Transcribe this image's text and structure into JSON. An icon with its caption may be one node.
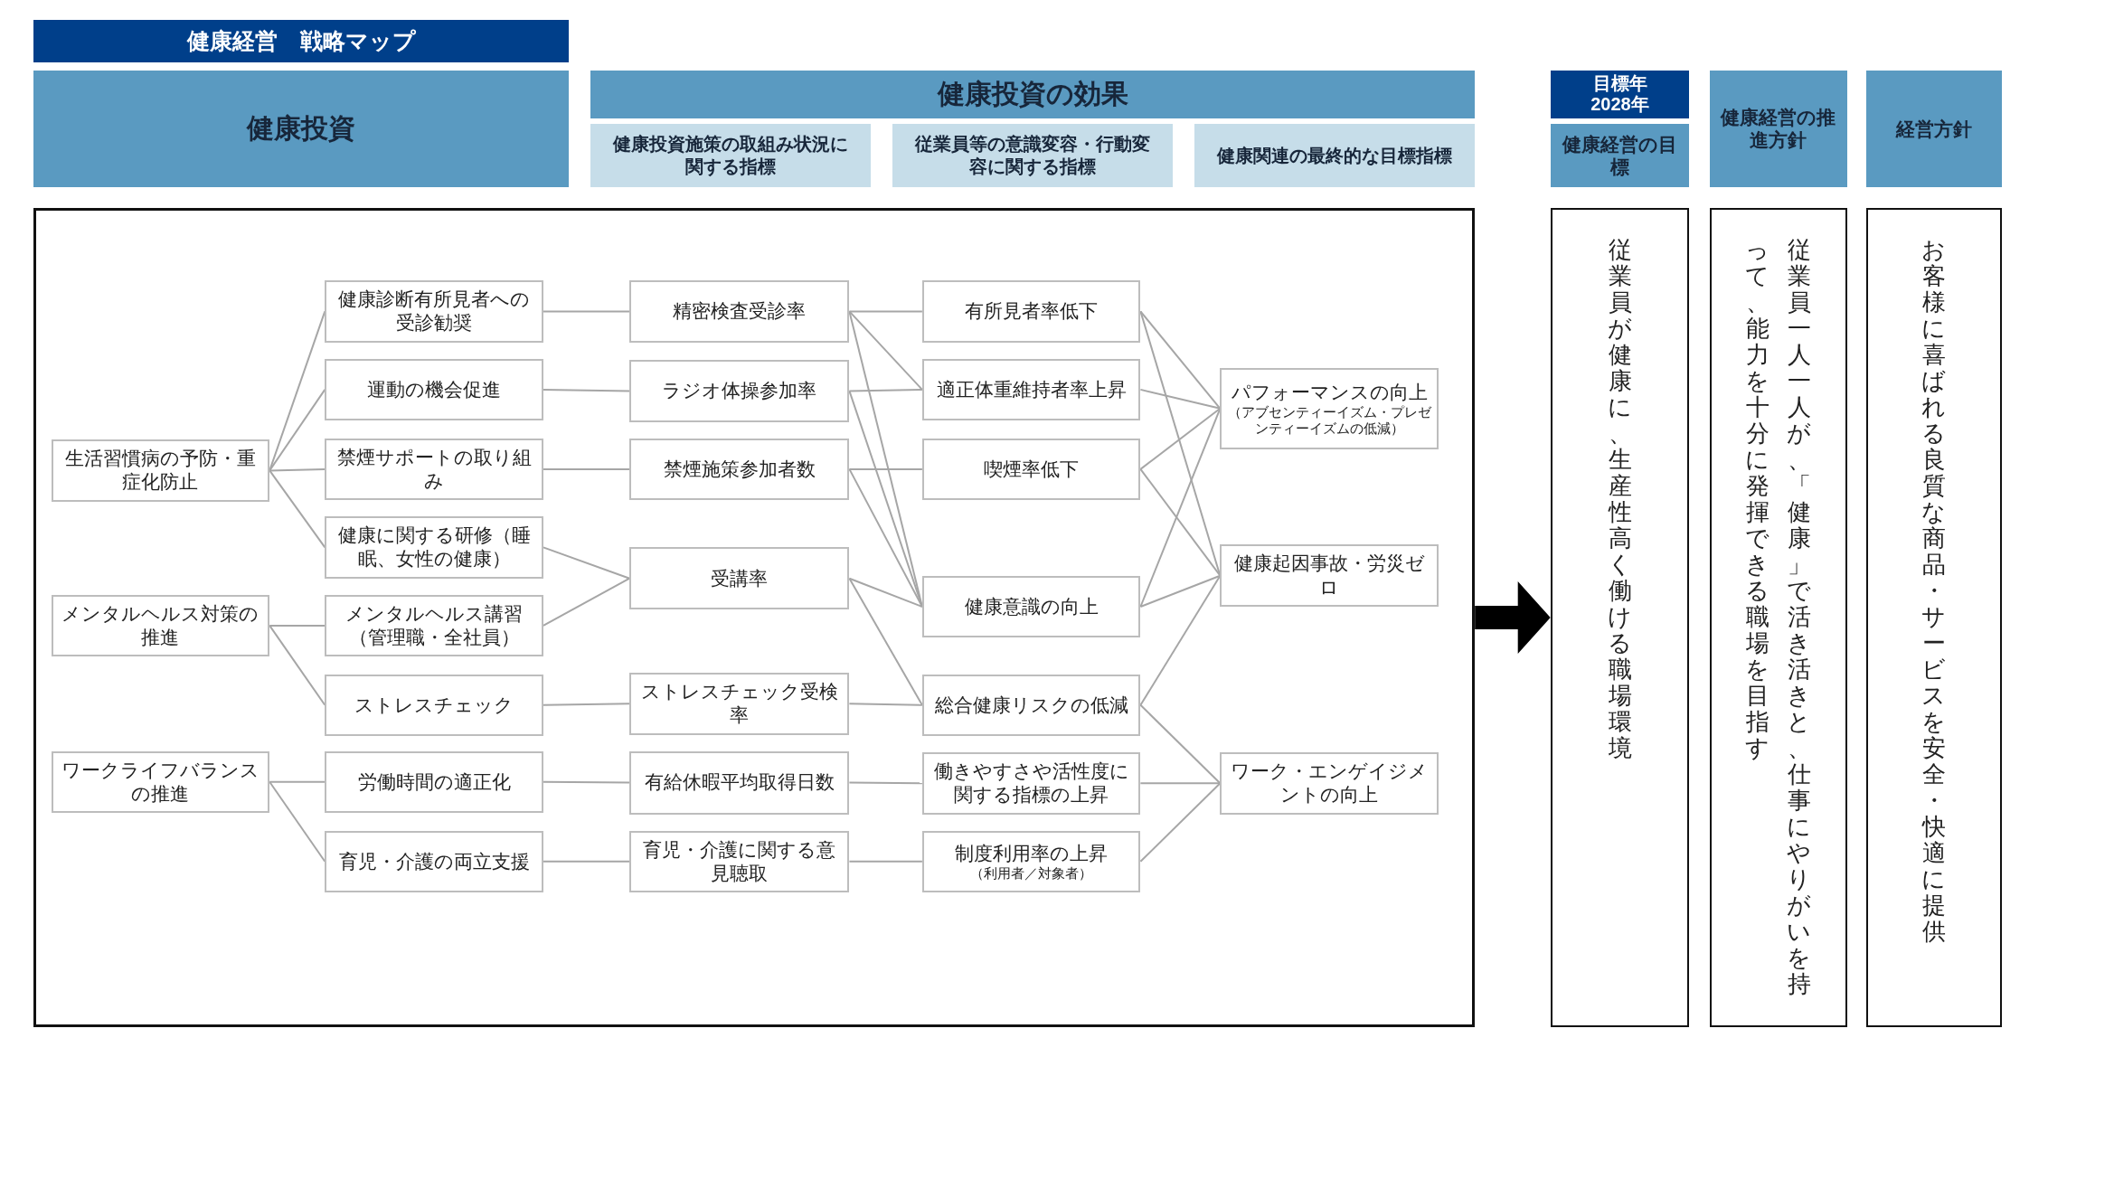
{
  "diagram": {
    "nodes": [
      {
        "text": [
          "健康経営　戦略マップ"
        ]
      },
      {
        "text": [
          "健康投資"
        ]
      },
      {
        "text": [
          "健康投資の効果"
        ]
      },
      {
        "text": [
          "健康投資施策の取組み状況に関する指標"
        ]
      },
      {
        "text": [
          "従業員等の意識変容・行動変容に関する指標"
        ]
      },
      {
        "text": [
          "健康関連の最終的な目標指標"
        ]
      },
      {
        "text": [
          "目標年2028年"
        ]
      },
      {
        "text": [
          "健康経営の目標"
        ]
      },
      {
        "text": [
          "健康経営の推進方針"
        ]
      },
      {
        "text": [
          "経営方針"
        ]
      },
      {
        "text": [],
        "shape": "box"
      },
      {
        "text": [
          "生活習慣病の予防・重症化防止"
        ],
        "in": 10
      },
      {
        "text": [
          "メンタルヘルス対策の推進"
        ],
        "in": 10
      },
      {
        "text": [
          "ワークライフバランスの推進"
        ],
        "in": 10
      },
      {
        "text": [
          "健康診断有所見者への受診勧奨"
        ],
        "in": 10
      },
      {
        "text": [
          "運動の機会促進"
        ],
        "in": 10
      },
      {
        "text": [
          "禁煙サポートの取り組み"
        ],
        "in": 10
      },
      {
        "text": [
          "健康に関する研修（睡眠、女性の健康）"
        ],
        "in": 10
      },
      {
        "text": [
          "メンタルヘルス講習（管理職・全社員）"
        ],
        "in": 10
      },
      {
        "text": [
          "ストレスチェック"
        ],
        "in": 10
      },
      {
        "text": [
          "労働時間の適正化"
        ],
        "in": 10
      },
      {
        "text": [
          "育児・介護の両立支援"
        ],
        "in": 10
      },
      {
        "text": [
          "精密検査受診率"
        ],
        "in": 10
      },
      {
        "text": [
          "ラジオ体操参加率"
        ],
        "in": 10
      },
      {
        "text": [
          "禁煙施策参加者数"
        ],
        "in": 10
      },
      {
        "text": [
          "受講率"
        ],
        "in": 10
      },
      {
        "text": [
          "ストレスチェック受検率"
        ],
        "in": 10
      },
      {
        "text": [
          "有給休暇平均取得日数"
        ],
        "in": 10
      },
      {
        "text": [
          "育児・介護に関する意見聴取"
        ],
        "in": 10
      },
      {
        "text": [
          "有所見者率低下"
        ],
        "in": 10
      },
      {
        "text": [
          "適正体重維持者率上昇"
        ],
        "in": 10
      },
      {
        "text": [
          "喫煙率低下"
        ],
        "in": 10
      },
      {
        "text": [
          "健康意識の向上"
        ],
        "in": 10
      },
      {
        "text": [
          "総合健康リスクの低減"
        ],
        "in": 10
      },
      {
        "text": [
          "働きやすさや活性度に関する指標の上昇"
        ],
        "in": 10
      },
      {
        "text": [
          "制度利用率の上昇",
          "（利用者／対象者）"
        ],
        "in": 10
      },
      {
        "text": [
          "パフォーマンスの向上",
          "（アブセンティーイズム・プレゼンティーイズムの低減）"
        ],
        "in": 10
      },
      {
        "text": [
          "健康起因事故・労災ゼロ"
        ],
        "in": 10
      },
      {
        "text": [
          "ワーク・エンゲイジメントの向上"
        ],
        "in": 10
      },
      {
        "text": [
          "従業員が健康に、生産性高く働ける職場環境"
        ]
      },
      {
        "text": [
          "従業員一人一人が、「健康」で活き活きと、仕事にやりがいを持って、能力を十分に発揮できる職場を目指す"
        ]
      },
      {
        "text": [
          "お客様に喜ばれる良質な商品・サービスを安全・快適に提供"
        ]
      }
    ],
    "edges": [
      {
        "from": 11,
        "to": 14,
        "arrow": "none"
      },
      {
        "from": 11,
        "to": 15,
        "arrow": "none"
      },
      {
        "from": 11,
        "to": 16,
        "arrow": "none"
      },
      {
        "from": 11,
        "to": 17,
        "arrow": "none"
      },
      {
        "from": 12,
        "to": 18,
        "arrow": "none"
      },
      {
        "from": 12,
        "to": 19,
        "arrow": "none"
      },
      {
        "from": 13,
        "to": 20,
        "arrow": "none"
      },
      {
        "from": 13,
        "to": 21,
        "arrow": "none"
      },
      {
        "from": 14,
        "to": 22,
        "arrow": "none"
      },
      {
        "from": 15,
        "to": 23,
        "arrow": "none"
      },
      {
        "from": 16,
        "to": 24,
        "arrow": "none"
      },
      {
        "from": 17,
        "to": 25,
        "arrow": "none"
      },
      {
        "from": 18,
        "to": 25,
        "arrow": "none"
      },
      {
        "from": 19,
        "to": 26,
        "arrow": "none"
      },
      {
        "from": 20,
        "to": 27,
        "arrow": "none"
      },
      {
        "from": 21,
        "to": 28,
        "arrow": "none"
      },
      {
        "from": 22,
        "to": 29,
        "arrow": "none"
      },
      {
        "from": 22,
        "to": 30,
        "arrow": "none"
      },
      {
        "from": 22,
        "to": 32,
        "arrow": "none"
      },
      {
        "from": 23,
        "to": 30,
        "arrow": "none"
      },
      {
        "from": 23,
        "to": 32,
        "arrow": "none"
      },
      {
        "from": 24,
        "to": 31,
        "arrow": "none"
      },
      {
        "from": 24,
        "to": 32,
        "arrow": "none"
      },
      {
        "from": 25,
        "to": 32,
        "arrow": "none"
      },
      {
        "from": 25,
        "to": 33,
        "arrow": "none"
      },
      {
        "from": 26,
        "to": 33,
        "arrow": "none"
      },
      {
        "from": 27,
        "to": 34,
        "arrow": "none"
      },
      {
        "from": 28,
        "to": 35,
        "arrow": "none"
      },
      {
        "from": 29,
        "to": 36,
        "arrow": "none"
      },
      {
        "from": 29,
        "to": 37,
        "arrow": "none"
      },
      {
        "from": 30,
        "to": 36,
        "arrow": "none"
      },
      {
        "from": 31,
        "to": 36,
        "arrow": "none"
      },
      {
        "from": 31,
        "to": 37,
        "arrow": "none"
      },
      {
        "from": 32,
        "to": 36,
        "arrow": "none"
      },
      {
        "from": 32,
        "to": 37,
        "arrow": "none"
      },
      {
        "from": 33,
        "to": 37,
        "arrow": "none"
      },
      {
        "from": 33,
        "to": 38,
        "arrow": "none"
      },
      {
        "from": 34,
        "to": 38,
        "arrow": "none"
      },
      {
        "from": 35,
        "to": 38,
        "arrow": "none"
      },
      {
        "from": 10,
        "to": 39,
        "arrow": "to",
        "style": "thick",
        "color": "#000000"
      }
    ]
  }
}
